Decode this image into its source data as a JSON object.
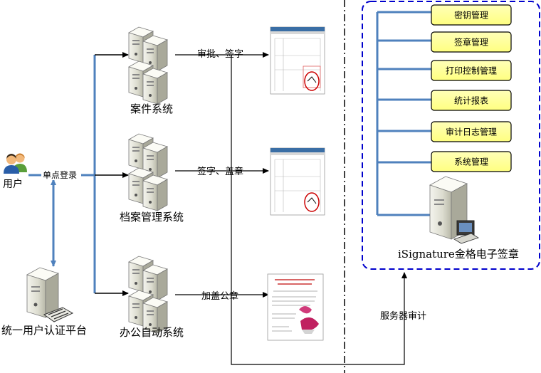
{
  "user": {
    "label": "用户"
  },
  "sso": {
    "label": "单点登录"
  },
  "auth_platform": {
    "label": "统一用户认证平台"
  },
  "systems": [
    {
      "label": "案件系统",
      "action": "审批、签字"
    },
    {
      "label": "档案管理系统",
      "action": "签字、盖章"
    },
    {
      "label": "办公自动系统",
      "action": "加盖公章"
    }
  ],
  "server_audit": {
    "label": "服务器审计"
  },
  "signature_system": {
    "label": "iSignature金格电子签章",
    "modules": [
      "密钥管理",
      "签章管理",
      "打印控制管理",
      "统计报表",
      "审计日志管理",
      "系统管理"
    ]
  },
  "colors": {
    "connector_blue": "#4f81bd",
    "dashed_border": "#0000cc",
    "module_fill": "#ffff99",
    "stamp_red": "#cc0000"
  }
}
